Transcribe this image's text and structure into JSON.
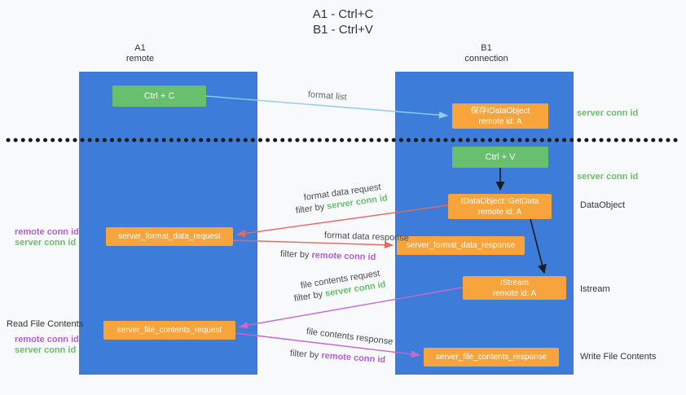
{
  "title": {
    "line1": "A1 - Ctrl+C",
    "line2": "B1 - Ctrl+V"
  },
  "lanes": {
    "a1": {
      "name": "A1",
      "role": "remote"
    },
    "b1": {
      "name": "B1",
      "role": "connection"
    }
  },
  "nodes": {
    "ctrl_c": {
      "label": "Ctrl + C"
    },
    "ctrl_v": {
      "label": "Ctrl + V"
    },
    "save_idataobject": {
      "line1": "保存IDataObject",
      "line2": "remote id: A"
    },
    "getdata": {
      "line1": "IDataObject::GetData",
      "line2": "remote id: A"
    },
    "istream": {
      "line1": "IStream",
      "line2": "remote id: A"
    },
    "format_request": {
      "label": "server_format_data_request"
    },
    "format_response": {
      "label": "server_format_data_response"
    },
    "file_request": {
      "label": "server_file_contents_request"
    },
    "file_response": {
      "label": "server_file_contents_response"
    }
  },
  "edge_labels": {
    "format_list": "format list",
    "format_data_request": "format data request",
    "format_data_response": "format data response",
    "file_contents_request": "file contents request",
    "file_contents_response": "file contents response",
    "filter_by": "filter by",
    "server_conn_id": "server conn id",
    "remote_conn_id": "remote conn id"
  },
  "annotations": {
    "server_conn_id": "server conn id",
    "remote_conn_id": "remote conn id",
    "dataobject": "DataObject",
    "istream": "Istream",
    "read_file_contents": "Read File Contents",
    "write_file_contents": "Write File Contents"
  },
  "colors": {
    "lane_blue": "#3d7cd8",
    "node_green": "#68bf6d",
    "node_orange": "#f7a43c",
    "arrow_light_blue": "#8fcdec",
    "arrow_red": "#e8695f",
    "arrow_magenta": "#c966cf",
    "arrow_black": "#1c1c1c",
    "text_green": "#6abf6c",
    "text_purple": "#b35fd6"
  }
}
